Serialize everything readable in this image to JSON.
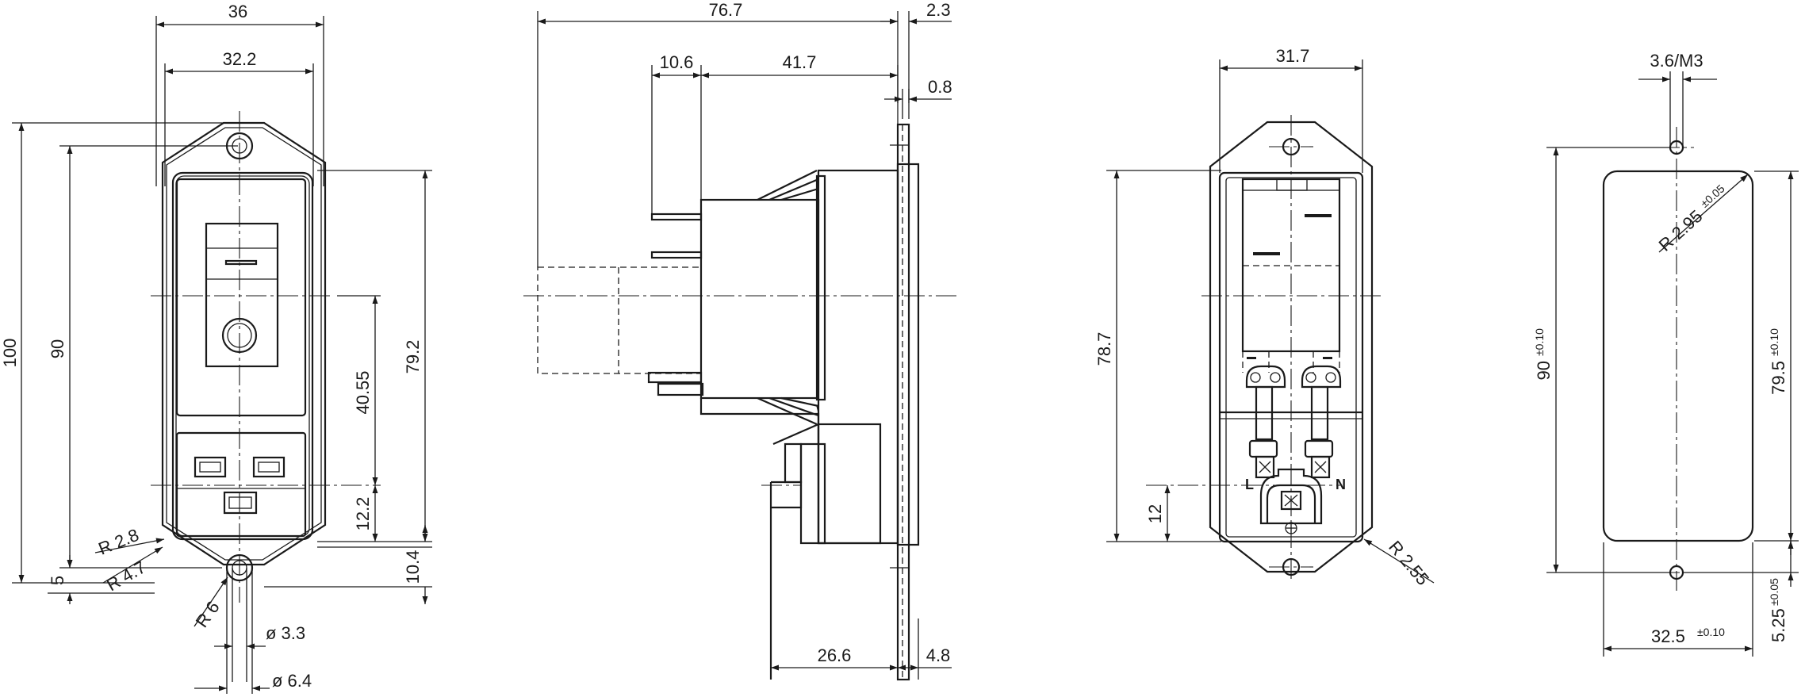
{
  "view_front": {
    "dims": {
      "w_36": "36",
      "w_32_2": "32.2",
      "h_100": "100",
      "h_90": "90",
      "h_79_2": "79.2",
      "h_40_55": "40.55",
      "h_12_2": "12.2",
      "h_10_4": "10.4",
      "h_5": "5",
      "r_2_8": "R 2.8",
      "r_4_7": "R 4.7",
      "r_6": "R 6",
      "d_3_3": "ø 3.3",
      "d_6_4": "ø 6.4"
    }
  },
  "view_side": {
    "dims": {
      "w_76_7": "76.7",
      "w_2_3": "2.3",
      "w_10_6": "10.6",
      "w_41_7": "41.7",
      "w_0_8": "0.8",
      "w_26_6": "26.6",
      "w_4_8": "4.8"
    }
  },
  "view_back": {
    "dims": {
      "w_31_7": "31.7",
      "h_78_7": "78.7",
      "h_12": "12",
      "r_2_55": "R 2.55"
    },
    "labels": {
      "live": "L",
      "neutral": "N"
    }
  },
  "view_cutout": {
    "dims": {
      "w_3_6_m3": "3.6/M3",
      "h_90": "90",
      "h_90_tol": "±0.10",
      "r_2_95": "R 2.95",
      "r_2_95_tol": "±0.05",
      "h_79_5": "79.5",
      "h_79_5_tol": "±0.10",
      "w_32_5": "32.5",
      "w_32_5_tol": "±0.10",
      "h_5_25": "5.25",
      "h_5_25_tol": "±0.05"
    }
  }
}
